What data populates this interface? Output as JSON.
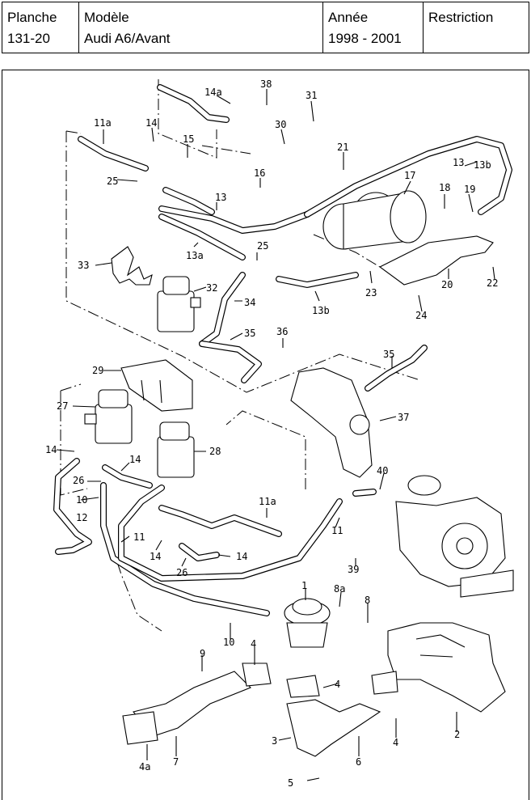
{
  "header": {
    "planche_label": "Planche",
    "planche_value": "131-20",
    "modele_label": "Modèle",
    "modele_value": "Audi A6/Avant",
    "annee_label": "Année",
    "annee_value": "1998 - 2001",
    "restriction_label": "Restriction"
  },
  "diagram": {
    "callouts": [
      "14a",
      "38",
      "31",
      "11a",
      "14",
      "15",
      "30",
      "21",
      "13",
      "13b",
      "25",
      "16",
      "17",
      "18",
      "19",
      "13",
      "33",
      "13a",
      "25",
      "32",
      "23",
      "20",
      "22",
      "34",
      "13b",
      "24",
      "35",
      "36",
      "29",
      "35",
      "27",
      "37",
      "28",
      "14",
      "14",
      "26",
      "10",
      "40",
      "11a",
      "12",
      "11",
      "11",
      "14",
      "14",
      "26",
      "39",
      "1",
      "8a",
      "8",
      "10",
      "9",
      "4",
      "4",
      "2",
      "3",
      "6",
      "4",
      "4a",
      "7",
      "5"
    ]
  }
}
